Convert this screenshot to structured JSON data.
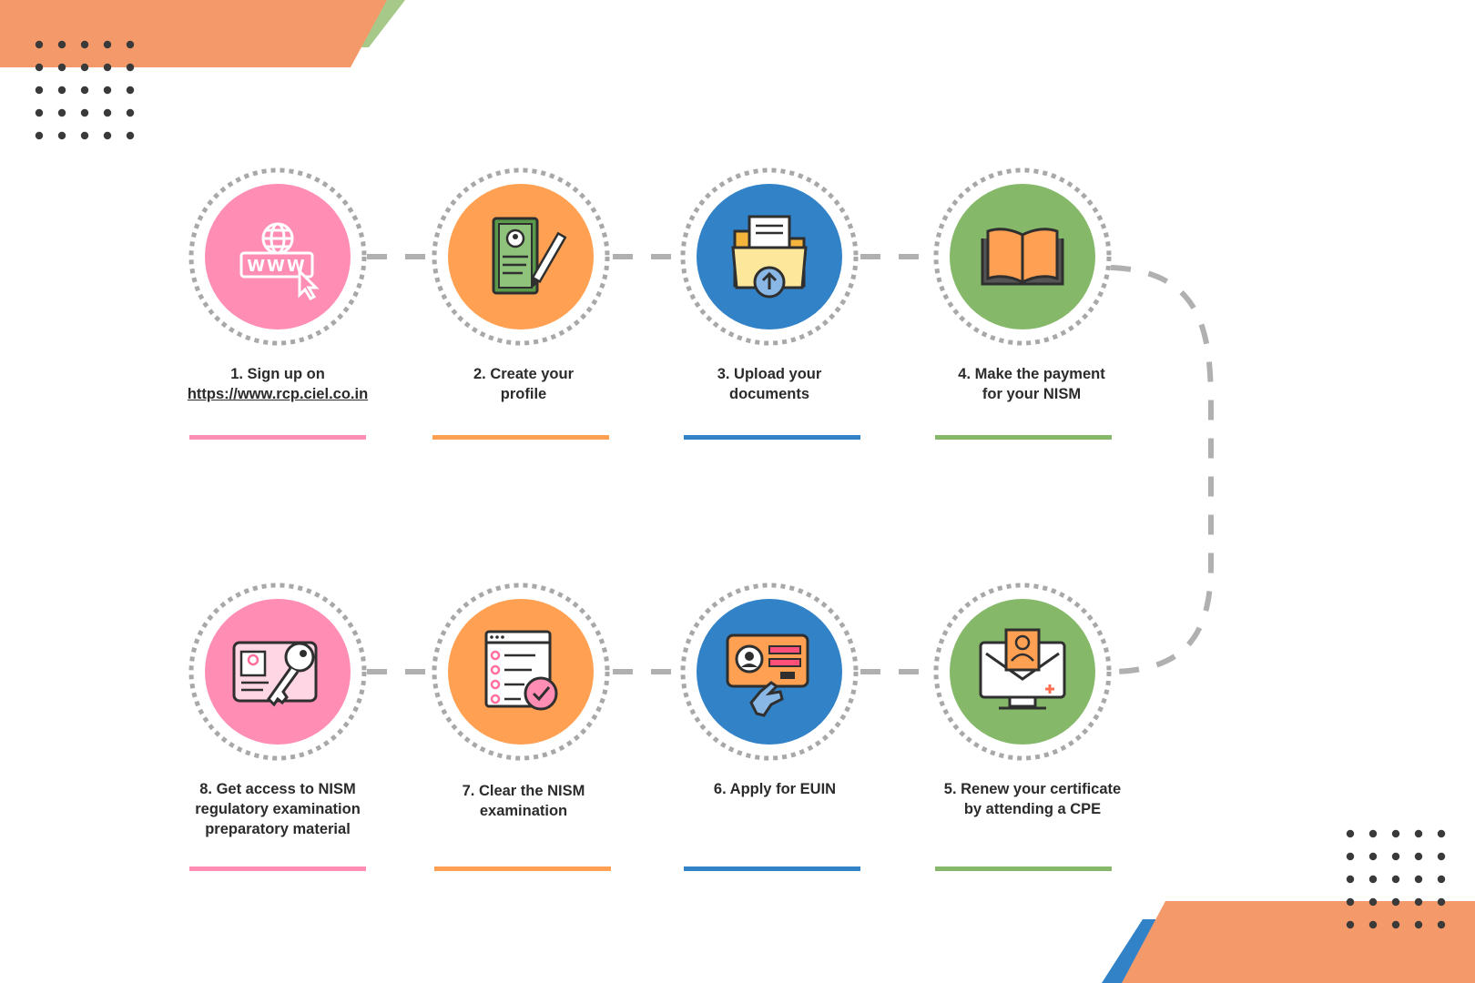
{
  "colors": {
    "pink": "#ff8db4",
    "orange": "#ffa052",
    "blue": "#3282c8",
    "green": "#86b86a",
    "accent_orange": "#f49a6a",
    "accent_green": "#a6c98a",
    "connector": "#b0b0b0",
    "ring": "#a8a8a8"
  },
  "steps": [
    {
      "number": 1,
      "text": "1. Sign up on",
      "url": "https://www.rcp.ciel.co.in",
      "color": "pink",
      "icon": "website-icon"
    },
    {
      "number": 2,
      "text": "2. Create your profile",
      "color": "orange",
      "icon": "profile-form-icon"
    },
    {
      "number": 3,
      "text": "3. Upload your documents",
      "color": "blue",
      "icon": "upload-folder-icon"
    },
    {
      "number": 4,
      "text": "4. Make the payment for your NISM",
      "color": "green",
      "icon": "book-icon"
    },
    {
      "number": 5,
      "text": "5. Renew your certificate by attending a CPE",
      "color": "green",
      "icon": "online-certificate-icon"
    },
    {
      "number": 6,
      "text": "6. Apply for EUIN",
      "color": "blue",
      "icon": "id-card-click-icon"
    },
    {
      "number": 7,
      "text": "7. Clear the NISM examination",
      "color": "orange",
      "icon": "checklist-exam-icon"
    },
    {
      "number": 8,
      "text": "8. Get access to NISM regulatory examination preparatory material",
      "color": "pink",
      "icon": "id-key-icon"
    }
  ]
}
